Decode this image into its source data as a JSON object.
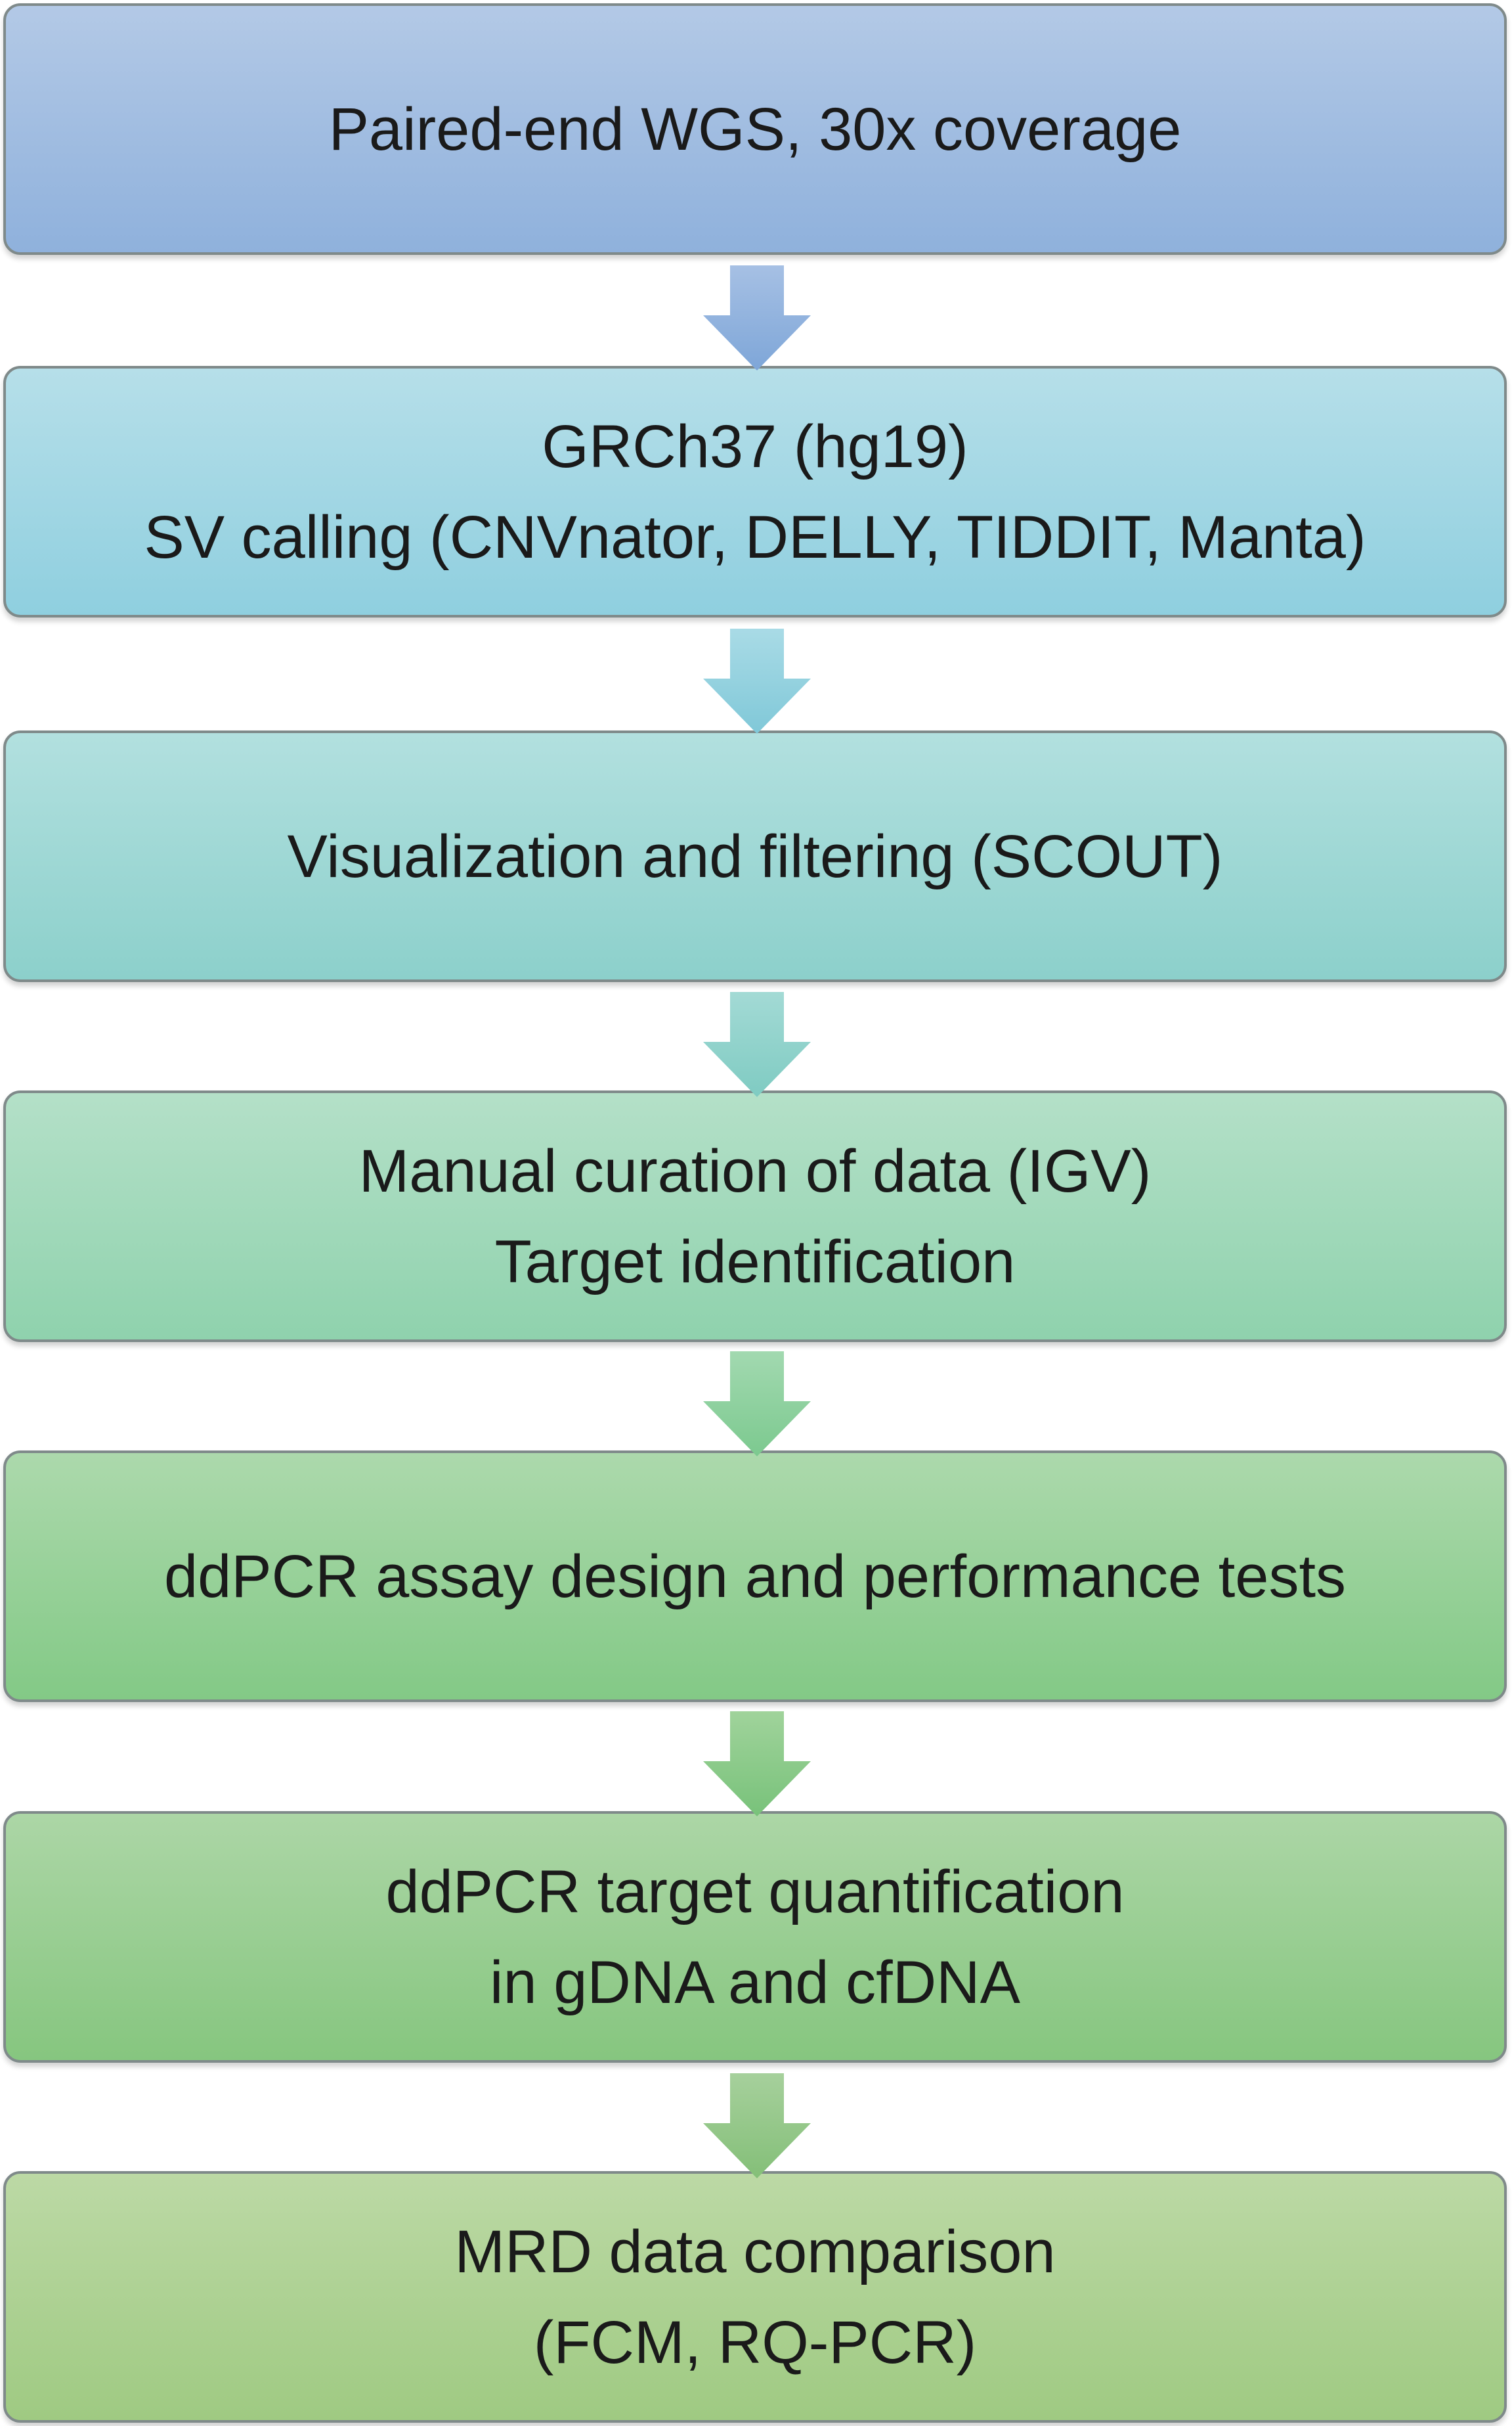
{
  "steps": [
    {
      "lines": [
        "Paired-end WGS, 30x coverage"
      ],
      "gradient": [
        "#b3c9e6",
        "#8fb1dc"
      ]
    },
    {
      "lines": [
        "GRCh37 (hg19)",
        "SV calling (CNVnator, DELLY, TIDDIT, Manta)"
      ],
      "gradient": [
        "#b6dfe9",
        "#8fcfdf"
      ]
    },
    {
      "lines": [
        "Visualization and filtering (SCOUT)"
      ],
      "gradient": [
        "#b2e0df",
        "#8cd0cb"
      ]
    },
    {
      "lines": [
        "Manual curation of data (IGV)",
        "Target identification"
      ],
      "gradient": [
        "#b4e0c8",
        "#8fd2ad"
      ]
    },
    {
      "lines": [
        "ddPCR assay design and performance tests"
      ],
      "gradient": [
        "#acd9ac",
        "#83c986"
      ]
    },
    {
      "lines": [
        "ddPCR target quantification",
        "in gDNA and cfDNA"
      ],
      "gradient": [
        "#acd6a6",
        "#86c67f"
      ]
    },
    {
      "lines": [
        "MRD data comparison",
        "(FCM, RQ-PCR)"
      ],
      "gradient": [
        "#bcd9a5",
        "#9fca82"
      ]
    }
  ],
  "arrows": [
    {
      "colors": [
        "#a6c0e4",
        "#7ea6d8"
      ]
    },
    {
      "colors": [
        "#a9dbe6",
        "#80c8d8"
      ]
    },
    {
      "colors": [
        "#a3dad5",
        "#7fcbc2"
      ]
    },
    {
      "colors": [
        "#a2d9b0",
        "#7cc98f"
      ]
    },
    {
      "colors": [
        "#a0d39b",
        "#78c27a"
      ]
    },
    {
      "colors": [
        "#a6d09c",
        "#84bf78"
      ]
    }
  ]
}
